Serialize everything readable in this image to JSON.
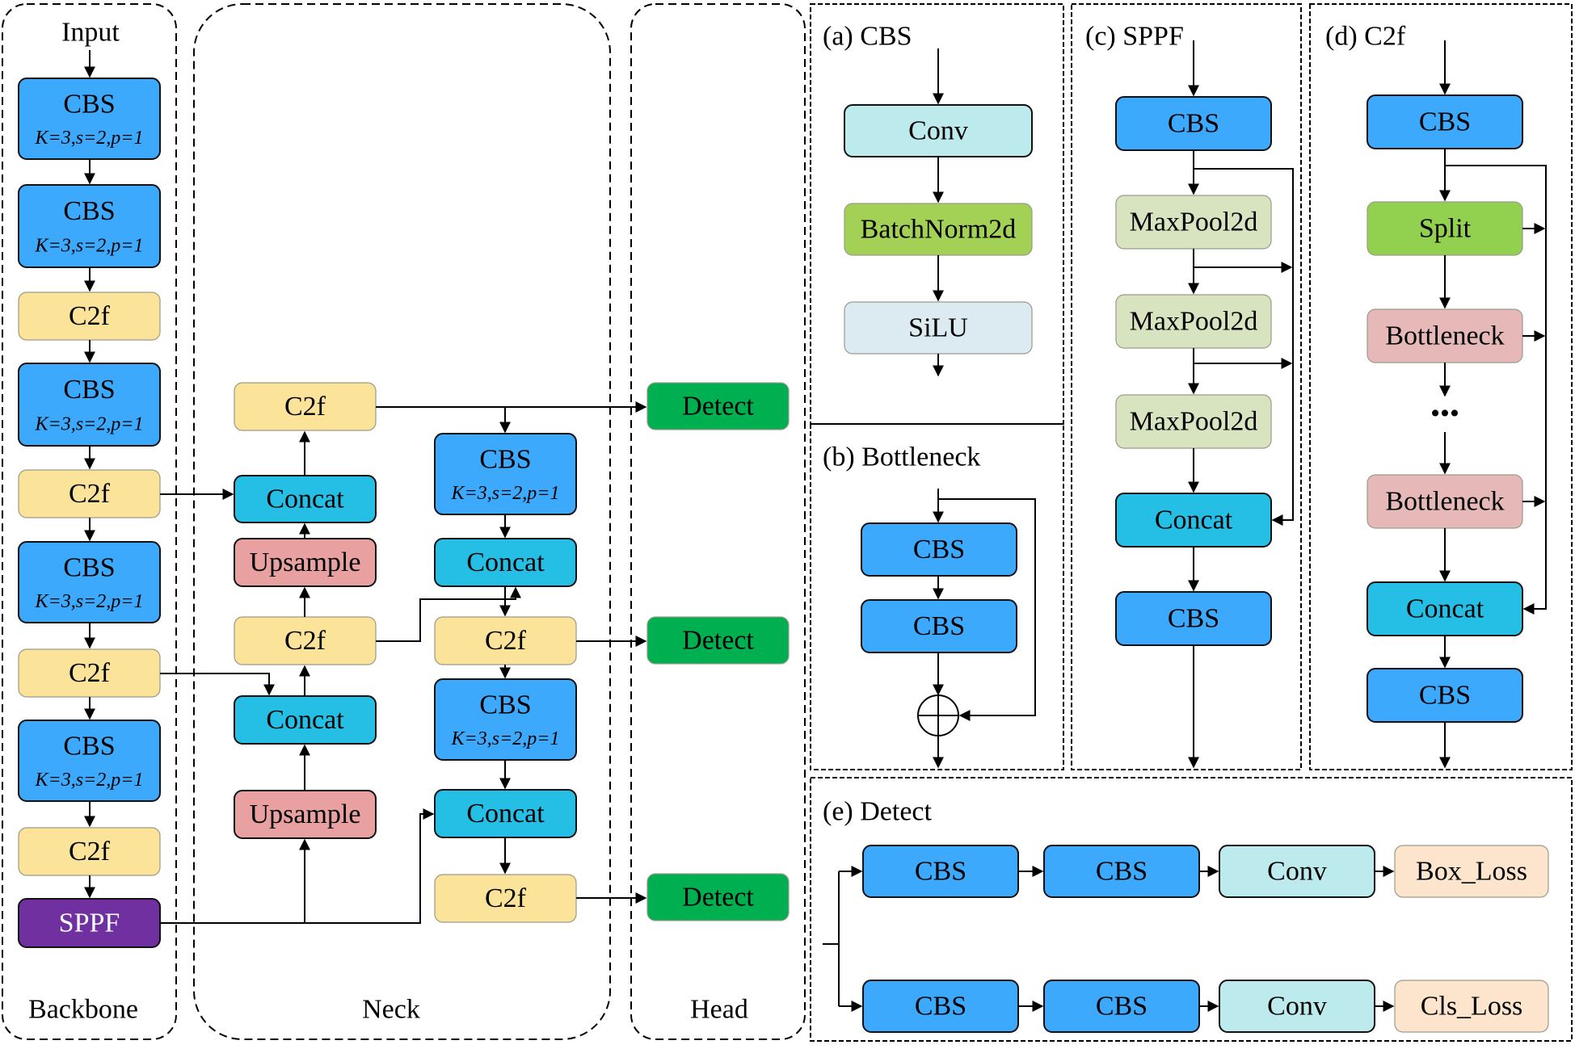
{
  "colors": {
    "cbs": "#3DA9FC",
    "c2f": "#FCE39A",
    "concat": "#25BFE6",
    "upsample": "#E8A0A0",
    "sppf": "#7030A0",
    "detect": "#00B050",
    "conv": "#BDEAEC",
    "batchnorm": "#A3D155",
    "silu": "#DCEBF1",
    "maxpool": "#D8E4BF",
    "split": "#92D050",
    "bottleneck": "#E6B9B8",
    "loss": "#FDE4CD"
  },
  "sections": {
    "backbone": "Backbone",
    "neck": "Neck",
    "head": "Head"
  },
  "backbone": {
    "input_label": "Input",
    "blocks": [
      {
        "type": "CBS",
        "label": "CBS",
        "params": "K=3,s=2,p=1"
      },
      {
        "type": "CBS",
        "label": "CBS",
        "params": "K=3,s=2,p=1"
      },
      {
        "type": "C2f",
        "label": "C2f"
      },
      {
        "type": "CBS",
        "label": "CBS",
        "params": "K=3,s=2,p=1"
      },
      {
        "type": "C2f",
        "label": "C2f"
      },
      {
        "type": "CBS",
        "label": "CBS",
        "params": "K=3,s=2,p=1"
      },
      {
        "type": "C2f",
        "label": "C2f"
      },
      {
        "type": "CBS",
        "label": "CBS",
        "params": "K=3,s=2,p=1"
      },
      {
        "type": "C2f",
        "label": "C2f"
      },
      {
        "type": "SPPF",
        "label": "SPPF"
      }
    ]
  },
  "neck": {
    "left_column": [
      {
        "type": "C2f",
        "label": "C2f"
      },
      {
        "type": "Concat",
        "label": "Concat"
      },
      {
        "type": "Upsample",
        "label": "Upsample"
      },
      {
        "type": "C2f",
        "label": "C2f"
      },
      {
        "type": "Concat",
        "label": "Concat"
      },
      {
        "type": "Upsample",
        "label": "Upsample"
      }
    ],
    "right_column": [
      {
        "type": "CBS",
        "label": "CBS",
        "params": "K=3,s=2,p=1"
      },
      {
        "type": "Concat",
        "label": "Concat"
      },
      {
        "type": "C2f",
        "label": "C2f"
      },
      {
        "type": "CBS",
        "label": "CBS",
        "params": "K=3,s=2,p=1"
      },
      {
        "type": "Concat",
        "label": "Concat"
      },
      {
        "type": "C2f",
        "label": "C2f"
      }
    ]
  },
  "head": {
    "blocks": [
      {
        "type": "Detect",
        "label": "Detect"
      },
      {
        "type": "Detect",
        "label": "Detect"
      },
      {
        "type": "Detect",
        "label": "Detect"
      }
    ]
  },
  "panel_a": {
    "title": "(a) CBS",
    "blocks": [
      {
        "type": "Conv",
        "label": "Conv"
      },
      {
        "type": "BatchNorm2d",
        "label": "BatchNorm2d"
      },
      {
        "type": "SiLU",
        "label": "SiLU"
      }
    ]
  },
  "panel_b": {
    "title": "(b) Bottleneck",
    "blocks": [
      {
        "type": "CBS",
        "label": "CBS"
      },
      {
        "type": "CBS",
        "label": "CBS"
      }
    ],
    "add_symbol": "⊕"
  },
  "panel_c": {
    "title": "(c) SPPF",
    "blocks": [
      {
        "type": "CBS",
        "label": "CBS"
      },
      {
        "type": "MaxPool2d",
        "label": "MaxPool2d"
      },
      {
        "type": "MaxPool2d",
        "label": "MaxPool2d"
      },
      {
        "type": "MaxPool2d",
        "label": "MaxPool2d"
      },
      {
        "type": "Concat",
        "label": "Concat"
      },
      {
        "type": "CBS",
        "label": "CBS"
      }
    ]
  },
  "panel_d": {
    "title": "(d) C2f",
    "blocks": [
      {
        "type": "CBS",
        "label": "CBS"
      },
      {
        "type": "Split",
        "label": "Split"
      },
      {
        "type": "Bottleneck",
        "label": "Bottleneck"
      },
      {
        "type": "Bottleneck",
        "label": "Bottleneck"
      },
      {
        "type": "Concat",
        "label": "Concat"
      },
      {
        "type": "CBS",
        "label": "CBS"
      }
    ],
    "ellipsis": "•••"
  },
  "panel_e": {
    "title": "(e) Detect",
    "rows": [
      {
        "blocks": [
          {
            "type": "CBS",
            "label": "CBS"
          },
          {
            "type": "CBS",
            "label": "CBS"
          },
          {
            "type": "Conv",
            "label": "Conv"
          },
          {
            "type": "Loss",
            "label": "Box_Loss"
          }
        ]
      },
      {
        "blocks": [
          {
            "type": "CBS",
            "label": "CBS"
          },
          {
            "type": "CBS",
            "label": "CBS"
          },
          {
            "type": "Conv",
            "label": "Conv"
          },
          {
            "type": "Loss",
            "label": "Cls_Loss"
          }
        ]
      }
    ]
  }
}
